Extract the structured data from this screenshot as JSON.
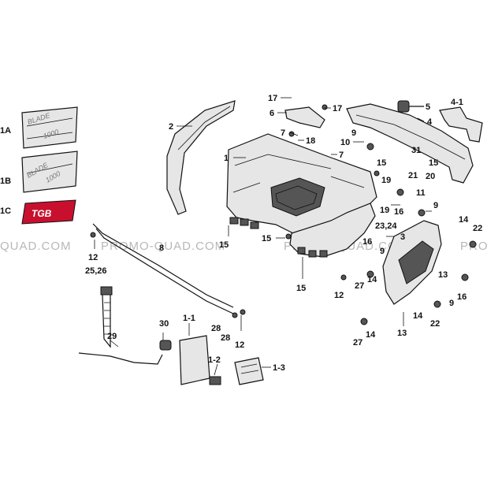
{
  "watermarks": [
    "QUAD.COM",
    "PROMO-QUAD.COM",
    "PROMO-QUAD.COM",
    "PRO"
  ],
  "brand_badge": "TGB",
  "decal_texts": [
    "BLADE",
    "1000",
    "BLADE",
    "1000"
  ],
  "labels": [
    {
      "id": "p1A",
      "text": "1A"
    },
    {
      "id": "p1B",
      "text": "1B"
    },
    {
      "id": "p1C",
      "text": "1C"
    },
    {
      "id": "p2",
      "text": "2"
    },
    {
      "id": "p1",
      "text": "1"
    },
    {
      "id": "p17a",
      "text": "17"
    },
    {
      "id": "p6",
      "text": "6"
    },
    {
      "id": "p17b",
      "text": "17"
    },
    {
      "id": "p7a",
      "text": "7"
    },
    {
      "id": "p18",
      "text": "18"
    },
    {
      "id": "p7b",
      "text": "7"
    },
    {
      "id": "p5",
      "text": "5"
    },
    {
      "id": "p41",
      "text": "4-1"
    },
    {
      "id": "p4",
      "text": "4"
    },
    {
      "id": "p9a",
      "text": "9"
    },
    {
      "id": "p10",
      "text": "10"
    },
    {
      "id": "p31",
      "text": "31"
    },
    {
      "id": "p15a",
      "text": "15"
    },
    {
      "id": "p15b",
      "text": "15"
    },
    {
      "id": "p21",
      "text": "21"
    },
    {
      "id": "p20",
      "text": "20"
    },
    {
      "id": "p19a",
      "text": "19"
    },
    {
      "id": "p11",
      "text": "11"
    },
    {
      "id": "p15c",
      "text": "15"
    },
    {
      "id": "p15d",
      "text": "15"
    },
    {
      "id": "p19b",
      "text": "19"
    },
    {
      "id": "p16a",
      "text": "16"
    },
    {
      "id": "p9b",
      "text": "9"
    },
    {
      "id": "p14a",
      "text": "14"
    },
    {
      "id": "p22a",
      "text": "22"
    },
    {
      "id": "p2324",
      "text": "23,24"
    },
    {
      "id": "p3",
      "text": "3"
    },
    {
      "id": "p16b",
      "text": "16"
    },
    {
      "id": "p9c",
      "text": "9"
    },
    {
      "id": "p15e",
      "text": "15"
    },
    {
      "id": "p12a",
      "text": "12"
    },
    {
      "id": "p8",
      "text": "8"
    },
    {
      "id": "p2526",
      "text": "25,26"
    },
    {
      "id": "p12b",
      "text": "12"
    },
    {
      "id": "p14b",
      "text": "14"
    },
    {
      "id": "p27a",
      "text": "27"
    },
    {
      "id": "p13a",
      "text": "13"
    },
    {
      "id": "p9d",
      "text": "9"
    },
    {
      "id": "p16c",
      "text": "16"
    },
    {
      "id": "p14c",
      "text": "14"
    },
    {
      "id": "p22b",
      "text": "22"
    },
    {
      "id": "p13b",
      "text": "13"
    },
    {
      "id": "p27b",
      "text": "27"
    },
    {
      "id": "p14d",
      "text": "14"
    },
    {
      "id": "p30",
      "text": "30"
    },
    {
      "id": "p11b",
      "text": "1-1"
    },
    {
      "id": "p28a",
      "text": "28"
    },
    {
      "id": "p28b",
      "text": "28"
    },
    {
      "id": "p12c",
      "text": "12"
    },
    {
      "id": "p29",
      "text": "29"
    },
    {
      "id": "p12d",
      "text": "1-2"
    },
    {
      "id": "p13c",
      "text": "1-3"
    }
  ]
}
